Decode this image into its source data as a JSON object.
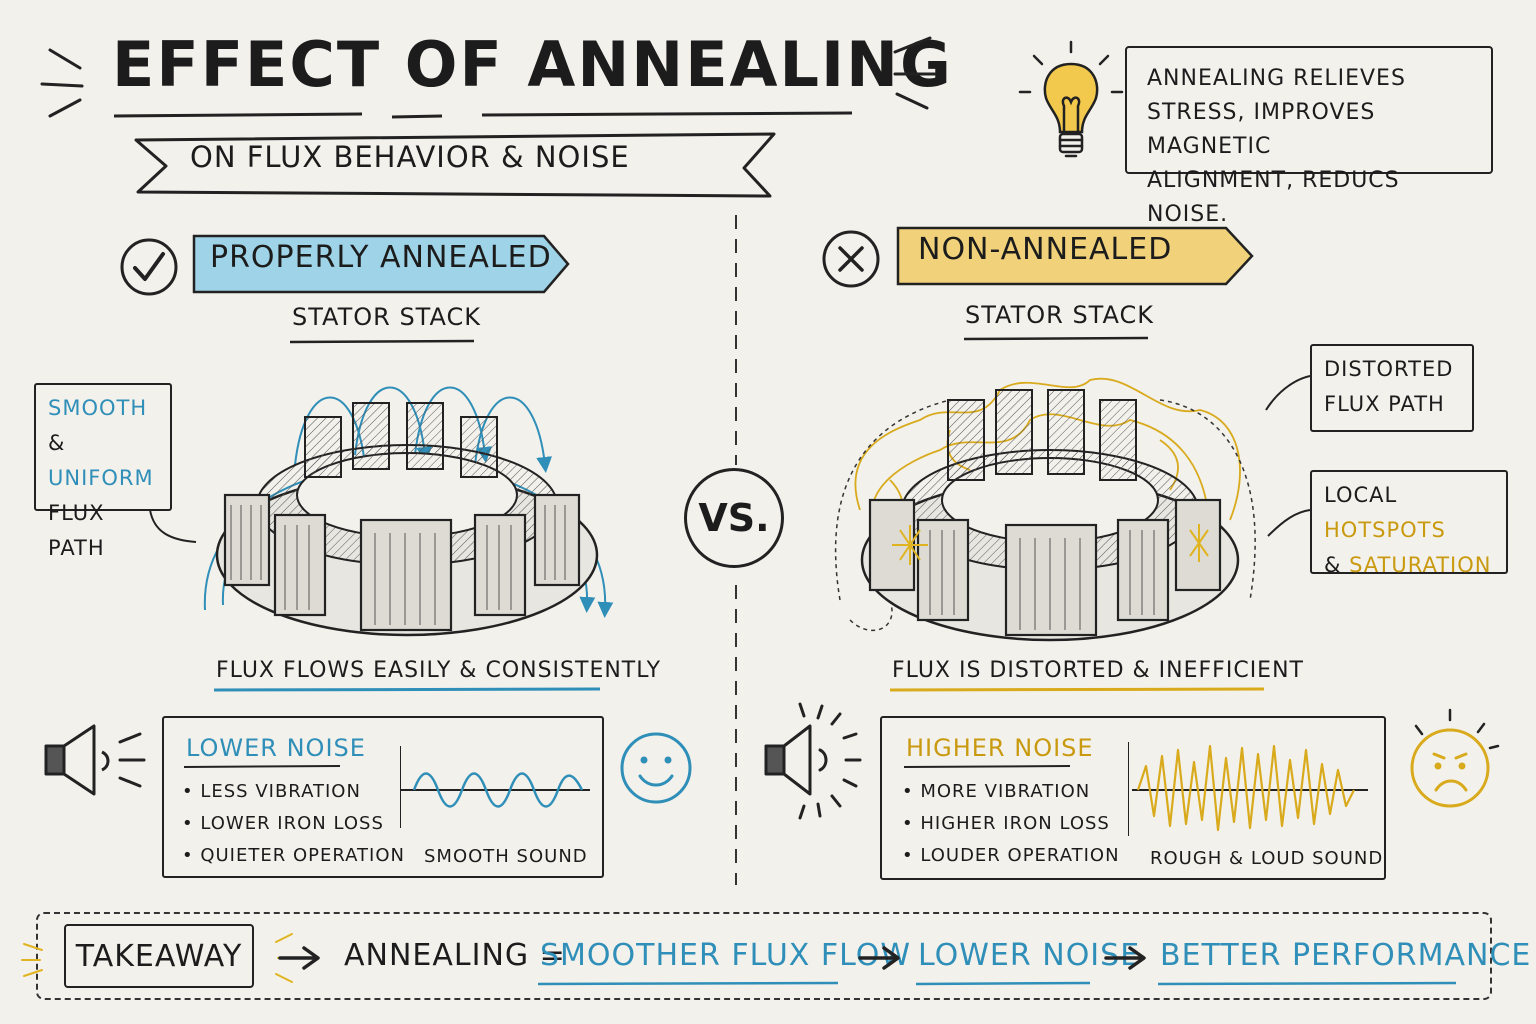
{
  "title": {
    "main": "EFFECT OF ANNEALING",
    "subtitle": "ON FLUX BEHAVIOR & NOISE"
  },
  "tip": {
    "icon": "lightbulb-icon",
    "lines": [
      "ANNEALING RELIEVES",
      "STRESS, IMPROVES MAGNETIC",
      "ALIGNMENT, REDUCS NOISE."
    ]
  },
  "left": {
    "label": "PROPERLY ANNEALED",
    "subhead": "STATOR STACK",
    "callout": {
      "line1": "SMOOTH",
      "amp": "&",
      "line2": "UNIFORM",
      "line3": "FLUX PATH"
    },
    "caption": "FLUX FLOWS EASILY & CONSISTENTLY",
    "noise": {
      "title": "LOWER NOISE",
      "items": [
        "LESS VIBRATION",
        "LOWER IRON LOSS",
        "QUIETER OPERATION"
      ],
      "sound": "SMOOTH SOUND"
    },
    "accent": "#2f8fb8",
    "highlight": "#9fd3e8"
  },
  "right": {
    "label": "NON-ANNEALED",
    "subhead": "STATOR STACK",
    "callout1": {
      "line1": "DISTORTED",
      "line2": "FLUX PATH"
    },
    "callout2": {
      "line1a": "LOCAL",
      "line1b": "HOTSPOTS",
      "line2a": "&",
      "line2b": "SATURATION"
    },
    "caption": "FLUX IS DISTORTED & INEFFICIENT",
    "noise": {
      "title": "HIGHER NOISE",
      "items": [
        "MORE VIBRATION",
        "HIGHER IRON LOSS",
        "LOUDER OPERATION"
      ],
      "sound": "ROUGH & LOUD SOUND"
    },
    "accent": "#d8aa1c",
    "highlight": "#f1d27a"
  },
  "vs": "VS.",
  "takeaway": {
    "label": "TAKEAWAY",
    "lead": "ANNEALING =",
    "step1": "SMOOTHER FLUX FLOW",
    "step2": "LOWER NOISE",
    "step3": "BETTER PERFORMANCE"
  }
}
